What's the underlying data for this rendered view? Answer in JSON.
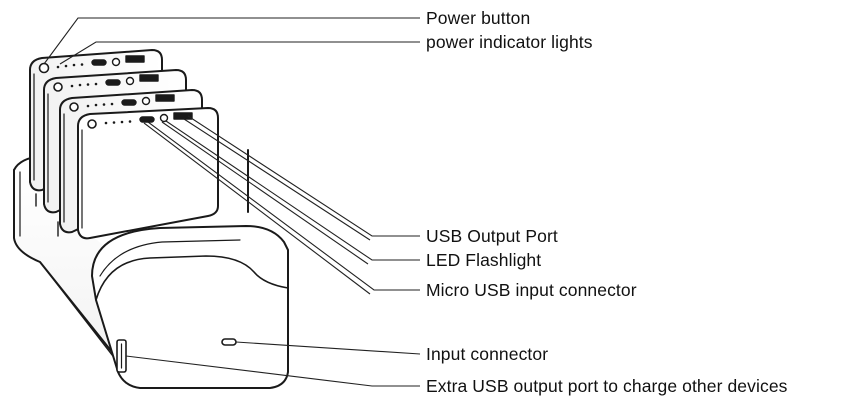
{
  "labels": {
    "power_button": "Power button",
    "power_indicator_lights": "power indicator lights",
    "usb_output_port": "USB Output Port",
    "led_flashlight": "LED Flashlight",
    "micro_usb_input": "Micro USB input connector",
    "input_connector": "Input connector",
    "extra_usb_output": "Extra USB output port to charge other devices"
  }
}
